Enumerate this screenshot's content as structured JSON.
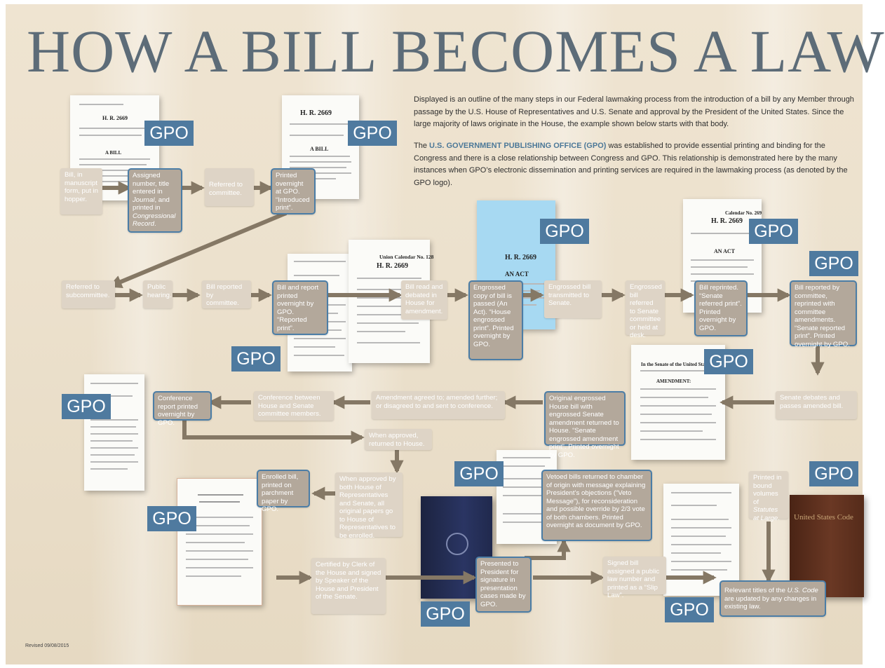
{
  "title": "HOW A BILL BECOMES A LAW",
  "intro": {
    "p1": "Displayed is an outline of the many steps in our Federal lawmaking process from the introduction of a bill by any Member through passage by the U.S. House of Representatives and U.S. Senate and approval by the President of the United States. Since the large majority of laws originate in the House, the example shown below starts with that body.",
    "p2_pre": "The ",
    "p2_highlight": "U.S. GOVERNMENT PUBLISHING OFFICE (GPO)",
    "p2_post": " was established to provide essential printing and binding for the Congress and there is a close relationship between Congress and GPO. This relationship is demonstrated here by the many instances when GPO’s electronic dissemination and printing services are required in the lawmaking process (as denoted by the GPO logo)."
  },
  "gpo_label": "GPO",
  "steps": {
    "s1": "Bill, in manuscript form, put in hopper.",
    "s2_a": "Assigned number, title entered in ",
    "s2_i1": "Journal",
    "s2_b": ", and printed in ",
    "s2_i2": "Congressional Record",
    "s2_c": ".",
    "s3": "Referred to committee.",
    "s4": "Printed overnight at GPO. “Introduced print”.",
    "s5": "Referred to subcommittee.",
    "s6": "Public hearing.",
    "s7": "Bill reported by committee.",
    "s8": "Bill and report printed overnight by GPO. “Reported print”.",
    "s9": "Bill read and debated in House for amendment.",
    "s10": "Engrossed copy of bill is passed (An Act). “House engrossed print”. Printed overnight by GPO.",
    "s11": "Engrossed bill transmitted to Senate.",
    "s12": "Engrossed bill referred to Senate committee or held at desk.",
    "s13": "Bill reprinted. “Senate referred print”. Printed overnight by GPO.",
    "s14": "Bill reported by committee, reprinted with committee amendments. “Senate reported print”. Printed overnight by GPO.",
    "s15": "Senate debates and passes amended bill.",
    "s16": "Original engrossed House bill with engrossed Senate amendment returned to House. “Senate engrossed amendment print”. Printed overnight by GPO.",
    "s17": "Amendment agreed to; amended further; or disagreed to and sent to conference.",
    "s18": "Conference between House and Senate committee members.",
    "s19": "Conference report printed overnight by GPO.",
    "s20": "When approved, returned to House.",
    "s21": "When approved by both House of Representatives and Senate, all original papers go to House of Representatives to be enrolled.",
    "s22": "Enrolled bill, printed on parchment paper by GPO.",
    "s23": "Certified by Clerk of the House and signed by Speaker of the House and President of the Senate.",
    "s24": "Presented to President for signature in presentation cases made by GPO.",
    "s25": "Vetoed bills returned to chamber of origin with message explaining President’s objections (“Veto Message”), for reconsideration and possible override by 2/3 vote of both chambers. Printed overnight as document by GPO.",
    "s26": "Signed bill assigned a public law number and printed as a “Slip Law”.",
    "s27_a": "Printed in bound volumes of ",
    "s27_i": "Statutes at Large",
    "s27_b": ".",
    "s28_a": "Relevant titles of the ",
    "s28_i": "U.S. Code",
    "s28_b": " are updated by any changes in existing law."
  },
  "documents": {
    "hr": "H. R. 2669",
    "a_bill": "A BILL",
    "an_act": "AN ACT",
    "union_calendar": "Union Calendar No. 128",
    "calendar": "Calendar No. 269",
    "senate": "In the Senate of the United States,",
    "amendment": "AMENDMENT:",
    "us_code": "United States Code"
  },
  "footer": "Revised 09/08/2015"
}
